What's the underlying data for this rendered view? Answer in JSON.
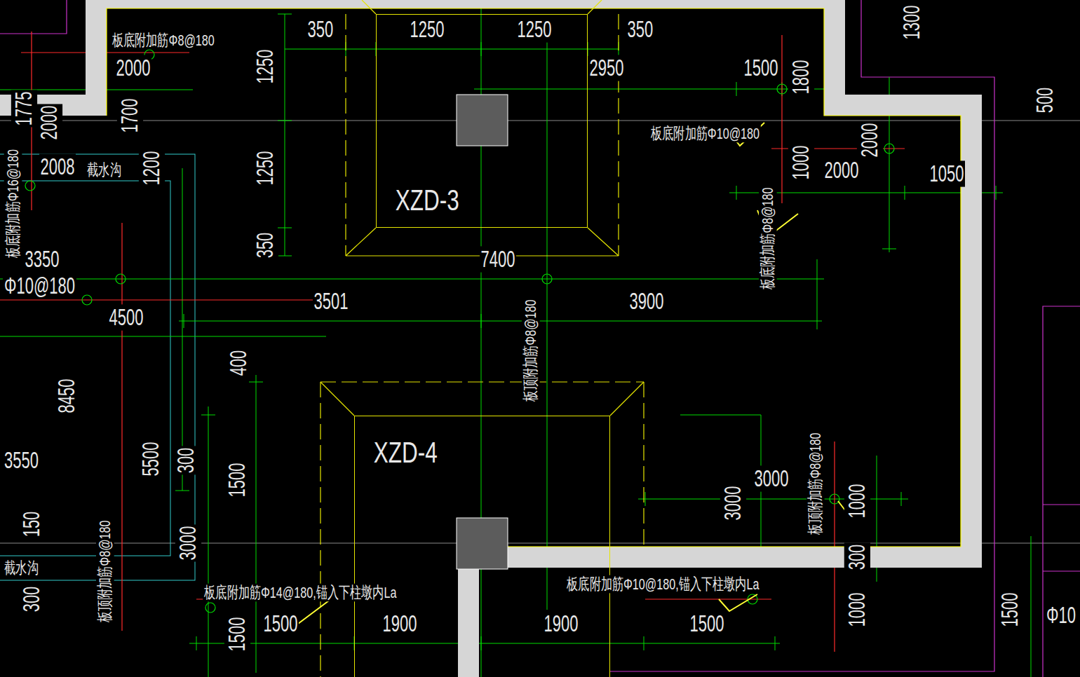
{
  "diagram": {
    "nodes": [
      {
        "text": [
          "XZD-3"
        ]
      },
      {
        "text": [
          "XZD-4"
        ]
      }
    ],
    "labels": [
      "板底附加筋Φ8@180",
      "2000",
      "350",
      "1250",
      "1250",
      "350",
      "2950",
      "1500",
      "1800",
      "1300",
      "500",
      "板底附加筋Φ10@180",
      "2000",
      "2000",
      "1050",
      "1000",
      "板底附加筋Φ8@180",
      "1250",
      "1700",
      "1250",
      "350",
      "7400",
      "3501",
      "3900",
      "4500",
      "3350",
      "Φ10@180",
      "2008",
      "截水沟",
      "1200",
      "2000",
      "1775",
      "板底附加筋Φ16@180",
      "板顶附加筋Φ8@180",
      "8450",
      "3550",
      "400",
      "5500",
      "300",
      "1500",
      "150",
      "截水沟",
      "300",
      "3000",
      "板顶附加筋Φ8@180",
      "板底附加筋Φ14@180,锚入下柱墩内La",
      "1500",
      "1900",
      "1900",
      "1500",
      "板底附加筋Φ10@180,锚入下柱墩内La",
      "1500",
      "3000",
      "3000",
      "板顶附加筋Φ8@180",
      "1000",
      "300",
      "1000",
      "1500",
      "Φ10"
    ]
  }
}
